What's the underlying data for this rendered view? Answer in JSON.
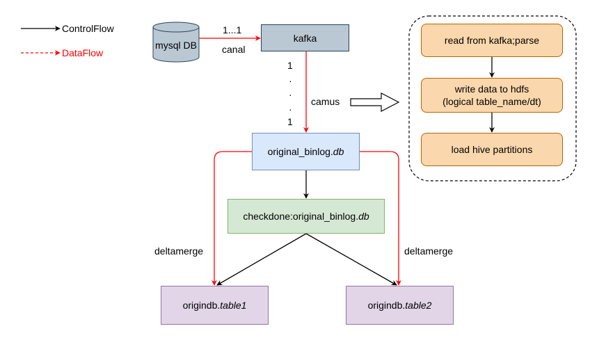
{
  "legend": {
    "control_flow": "ControlFlow",
    "data_flow": "DataFlow"
  },
  "nodes": {
    "mysql": "mysql DB",
    "kafka": "kafka",
    "binlog_prefix": "original_binlog.",
    "binlog_italic": "db",
    "checkdone_prefix": "checkdone:original_binlog.",
    "checkdone_italic": "db",
    "table1_prefix": "origindb.",
    "table1_italic": "table1",
    "table2_prefix": "origindb.",
    "table2_italic": "table2"
  },
  "edge_labels": {
    "mysql_kafka_cardinality": "1...1",
    "canal": "canal",
    "camus": "camus",
    "deltamerge_left": "deltamerge",
    "deltamerge_right": "deltamerge",
    "kafka_binlog_cardinality": [
      "1",
      "·",
      "·",
      "·",
      "1"
    ]
  },
  "process_steps": [
    "read from kafka;parse",
    "write data to hdfs",
    "(logical table_name/dt)",
    "load hive partitions"
  ],
  "colors": {
    "data_flow": "#ff0000",
    "control_flow": "#000000",
    "kafka_fill": "#bac8d3",
    "binlog_fill": "#dae8fc",
    "checkdone_fill": "#d5e8d4",
    "table_fill": "#e1d5e7",
    "step_fill": "#fad7ac"
  }
}
